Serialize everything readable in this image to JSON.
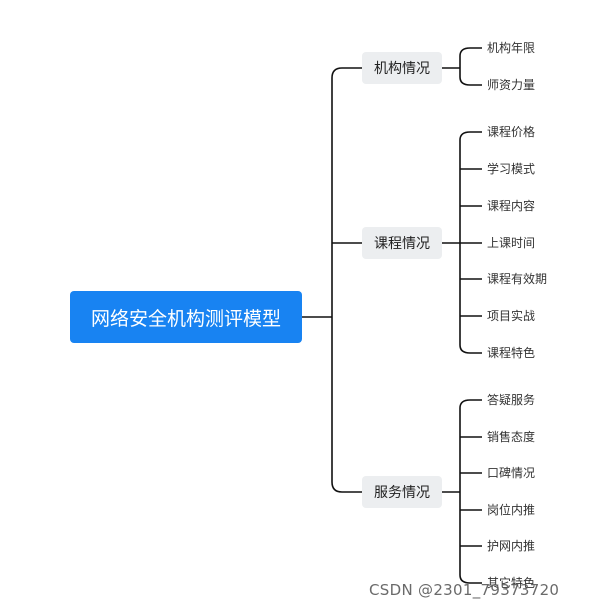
{
  "root": {
    "label": "网络安全机构测评模型"
  },
  "branches": [
    {
      "label": "机构情况",
      "children": [
        "机构年限",
        "师资力量"
      ]
    },
    {
      "label": "课程情况",
      "children": [
        "课程价格",
        "学习模式",
        "课程内容",
        "上课时间",
        "课程有效期",
        "项目实战",
        "课程特色"
      ]
    },
    {
      "label": "服务情况",
      "children": [
        "答疑服务",
        "销售态度",
        "口碑情况",
        "岗位内推",
        "护网内推",
        "其它特色"
      ]
    }
  ],
  "watermark": "CSDN @2301_79373720",
  "colors": {
    "root": "#1883f2",
    "branch": "#eceef0",
    "line": "#111111"
  }
}
